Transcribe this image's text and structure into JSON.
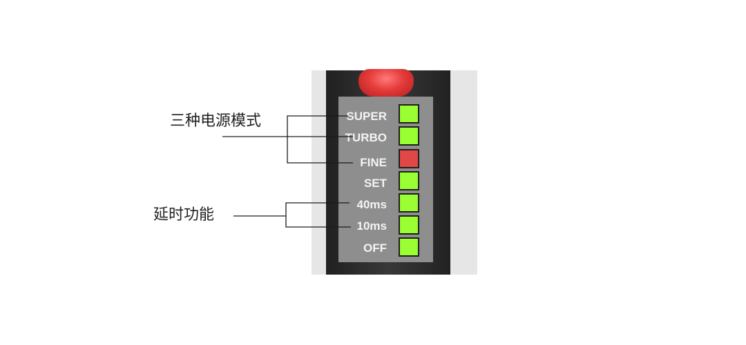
{
  "callouts": {
    "power_modes": "三种电源模式",
    "delay_function": "延时功能"
  },
  "indicators": [
    {
      "label": "SUPER",
      "status": "green"
    },
    {
      "label": "TURBO",
      "status": "green"
    },
    {
      "label": "FINE",
      "status": "red"
    },
    {
      "label": "SET",
      "status": "green"
    },
    {
      "label": "40ms",
      "status": "green"
    },
    {
      "label": "10ms",
      "status": "green"
    },
    {
      "label": "OFF",
      "status": "green"
    }
  ],
  "colors": {
    "led_green": "#99ff33",
    "led_red": "#e04848",
    "leader_line": "#1a1a1a",
    "panel": "#8e8e8e",
    "cap_red": "#e63b3b"
  }
}
